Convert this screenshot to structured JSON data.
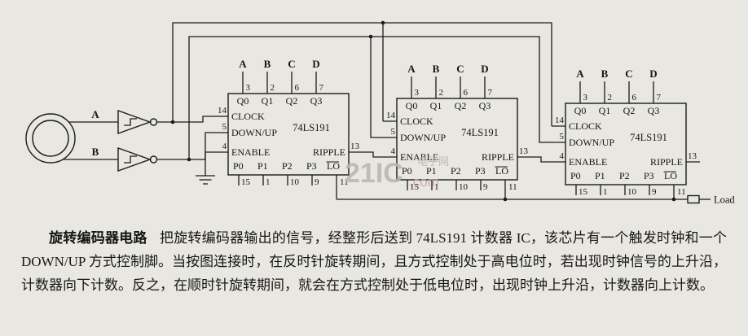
{
  "encoder": {
    "out_a": "A",
    "out_b": "B"
  },
  "ic": {
    "name": "74LS191",
    "q_labels": [
      "Q0",
      "Q1",
      "Q2",
      "Q3"
    ],
    "q_pins": [
      "3",
      "2",
      "6",
      "7"
    ],
    "q_outs": [
      "A",
      "B",
      "C",
      "D"
    ],
    "left_labels": [
      "CLOCK",
      "DOWN/UP",
      "ENABLE"
    ],
    "left_pins": [
      "14",
      "5",
      "4"
    ],
    "right_label": "RIPPLE",
    "right_pin": "13",
    "p_labels": [
      "P0",
      "P1",
      "P2",
      "P3"
    ],
    "p_pins": [
      "15",
      "1",
      "10",
      "9"
    ],
    "lo_label": "LO",
    "lo_pin": "11"
  },
  "load_label": "Load",
  "watermark": {
    "brand": "21IC",
    "cn": "电子网",
    "domain": ".com"
  },
  "caption": {
    "title": "旋转编码器电路",
    "body": "把旋转编码器输出的信号，经整形后送到 74LS191 计数器 IC，该芯片有一个触发时钟和一个 DOWN/UP 方式控制脚。当按图连接时，在反时针旋转期间，且方式控制处于高电位时，若出现时钟信号的上升沿，计数器向下计数。反之，在顺时针旋转期间，就会在方式控制处于低电位时，出现时钟上升沿，计数器向上计数。"
  }
}
